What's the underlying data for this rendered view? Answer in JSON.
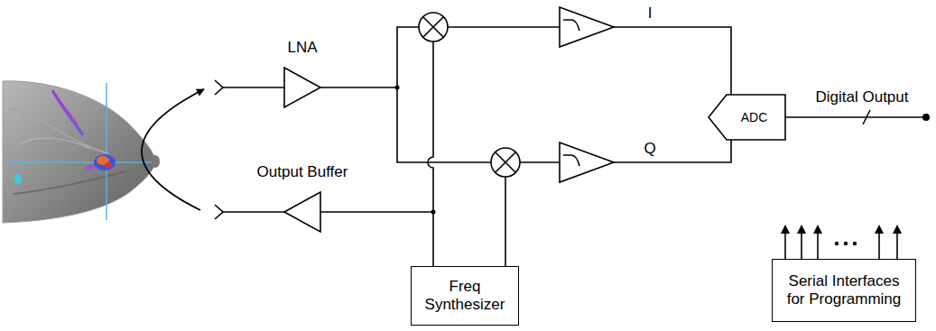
{
  "diagram": {
    "nodes": [
      {
        "text": [
          "LNA"
        ]
      },
      {
        "text": [
          "ADC"
        ]
      },
      {
        "text": [
          "Output Buffer"
        ]
      },
      {
        "text": [
          "Freq Synthesizer"
        ]
      },
      {
        "text": [
          "Serial Interfaces for Programming"
        ]
      }
    ],
    "edges": [
      {
        "from": 3,
        "to": 2,
        "arrow": "none"
      }
    ],
    "labels": [
      "I",
      "Q",
      "Digital Output"
    ]
  }
}
